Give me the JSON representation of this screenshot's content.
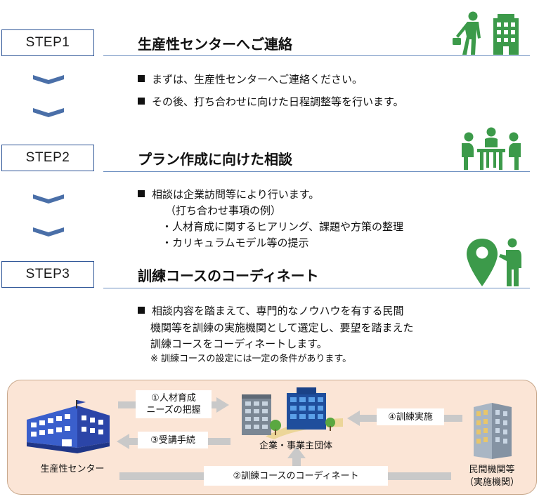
{
  "steps": [
    {
      "label": "STEP1",
      "title": "生産性センターへご連絡"
    },
    {
      "label": "STEP2",
      "title": "プラン作成に向けた相談"
    },
    {
      "label": "STEP3",
      "title": "訓練コースのコーディネート"
    }
  ],
  "step1_bullets": [
    "まずは、生産性センターへご連絡ください。",
    "その後、打ち合わせに向けた日程調整等を行います。"
  ],
  "step2_bullet": "相談は企業訪問等により行います。",
  "step2_sub": [
    "（打ち合わせ事項の例）",
    "・人材育成に関するヒアリング、課題や方策の整理",
    "・カリキュラムモデル等の提示"
  ],
  "step3_lines": [
    "相談内容を踏まえて、専門的なノウハウを有する民間",
    "機関等を訓練の実施機関として選定し、要望を踏まえた",
    "訓練コースをコーディネートします。"
  ],
  "step3_note": "※ 訓練コースの設定には一定の条件があります。",
  "flow": {
    "center_label": "生産性センター",
    "company_label": "企業・事業主団体",
    "private_label_1": "民間機関等",
    "private_label_2": "（実施機関）",
    "arrow1_line1": "①人材育成",
    "arrow1_line2": "ニーズの把握",
    "arrow2": "②訓練コースのコーディネート",
    "arrow3": "③受講手続",
    "arrow4": "④訓練実施"
  },
  "colors": {
    "accent_green": "#3c9a4a",
    "step_border": "#2e5597",
    "chevron": "#4a6fa8",
    "panel_bg": "#fbe5d6"
  }
}
